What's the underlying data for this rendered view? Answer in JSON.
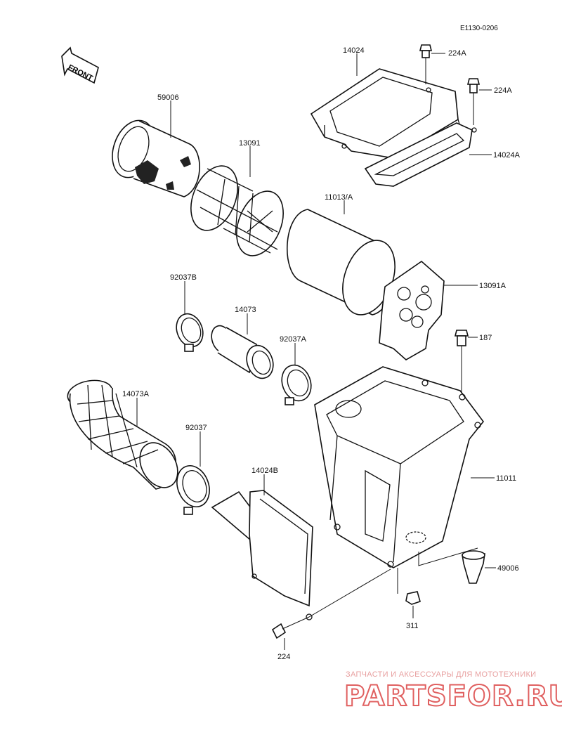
{
  "drawing_code": "E1130-0206",
  "front_label": "FRONT",
  "parts": [
    {
      "id": "p14024",
      "number": "14024"
    },
    {
      "id": "p224A_1",
      "number": "224A"
    },
    {
      "id": "p224A_2",
      "number": "224A"
    },
    {
      "id": "p14024A",
      "number": "14024A"
    },
    {
      "id": "p59006",
      "number": "59006"
    },
    {
      "id": "p13091",
      "number": "13091"
    },
    {
      "id": "p11013A",
      "number": "11013/A"
    },
    {
      "id": "p13091A",
      "number": "13091A"
    },
    {
      "id": "p92037B",
      "number": "92037B"
    },
    {
      "id": "p14073",
      "number": "14073"
    },
    {
      "id": "p92037A",
      "number": "92037A"
    },
    {
      "id": "p187",
      "number": "187"
    },
    {
      "id": "p14073A",
      "number": "14073A"
    },
    {
      "id": "p92037",
      "number": "92037"
    },
    {
      "id": "p14024B",
      "number": "14024B"
    },
    {
      "id": "p11011",
      "number": "11011"
    },
    {
      "id": "p49006",
      "number": "49006"
    },
    {
      "id": "p311",
      "number": "311"
    },
    {
      "id": "p224",
      "number": "224"
    }
  ],
  "watermark": {
    "tagline": "ЗАПЧАСТИ И АКСЕССУАРЫ ДЛЯ МОТОТЕХНИКИ",
    "brand": "PARTSFOR.RU"
  }
}
